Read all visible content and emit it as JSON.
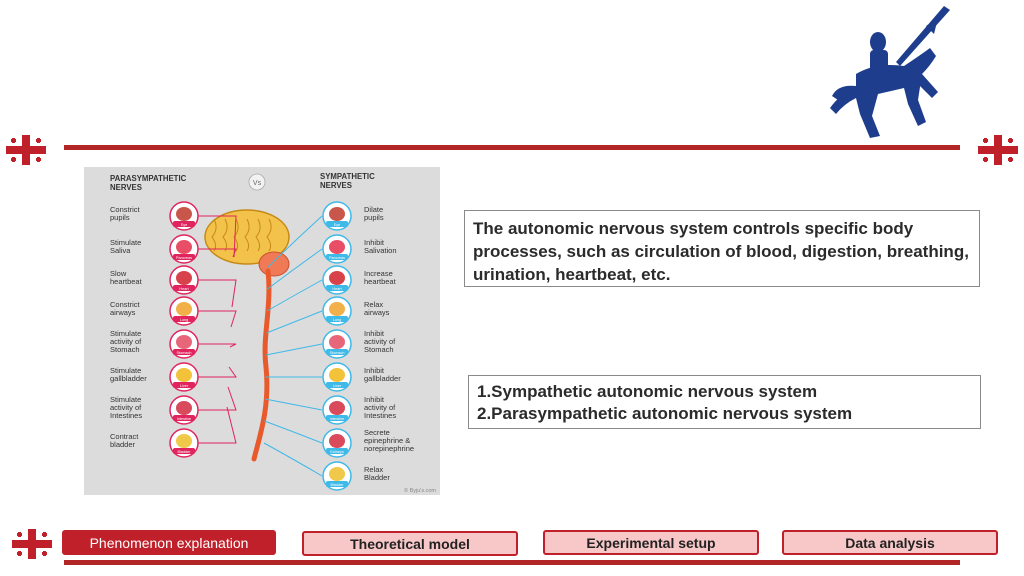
{
  "diagram": {
    "para_title": [
      "PARASYMPATHETIC",
      "NERVES"
    ],
    "symp_title": [
      "SYMPATHETIC",
      "NERVES"
    ],
    "vs": "Vs",
    "copyright": "© Byju's.com",
    "para_items": [
      {
        "label": [
          "Constrict",
          "pupils"
        ],
        "organ": "Eye"
      },
      {
        "label": [
          "Stimulate",
          "Saliva"
        ],
        "organ": "Pancreas"
      },
      {
        "label": [
          "Slow",
          "heartbeat"
        ],
        "organ": "Heart"
      },
      {
        "label": [
          "Constrict",
          "airways"
        ],
        "organ": "Lung"
      },
      {
        "label": [
          "Stimulate",
          "activity of",
          "Stomach"
        ],
        "organ": "Stomach"
      },
      {
        "label": [
          "Stimulate",
          "gallbladder"
        ],
        "organ": "Liver"
      },
      {
        "label": [
          "Stimulate",
          "activity of",
          "Intestines"
        ],
        "organ": "Intestine"
      },
      {
        "label": [
          "Contract",
          "bladder"
        ],
        "organ": "Bladder"
      }
    ],
    "symp_items": [
      {
        "label": [
          "Dilate",
          "pupils"
        ],
        "organ": "Eye"
      },
      {
        "label": [
          "Inhibit",
          "Salivation"
        ],
        "organ": "Pancreas"
      },
      {
        "label": [
          "Increase",
          "heartbeat"
        ],
        "organ": "Heart"
      },
      {
        "label": [
          "Relax",
          "airways"
        ],
        "organ": "Lung"
      },
      {
        "label": [
          "Inhibit",
          "activity of",
          "Stomach"
        ],
        "organ": "Stomach"
      },
      {
        "label": [
          "Inhibit",
          "gallbladder"
        ],
        "organ": "Liver"
      },
      {
        "label": [
          "Inhibit",
          "activity of",
          "Intestines"
        ],
        "organ": "Intestine"
      },
      {
        "label": [
          "Secrete",
          "epinephrine &",
          "norepinephrine"
        ],
        "organ": "Kidneys"
      },
      {
        "label": [
          "Relax",
          "Bladder"
        ],
        "organ": "Bladder"
      }
    ]
  },
  "description": "The autonomic nervous system controls specific body processes, such as circulation of blood, digestion, breathing, urination, heartbeat, etc.",
  "types": [
    "1.Sympathetic autonomic nervous system",
    "2.Parasympathetic autonomic nervous system"
  ],
  "nav": {
    "tabs": [
      "Phenomenon explanation",
      "Theoretical model",
      "Experimental setup",
      "Data analysis"
    ],
    "active": 0
  },
  "colors": {
    "accent": "#c0202a",
    "tab_fill": "#f8c7c8",
    "rule": "#b32626",
    "knight": "#1e3d8c"
  }
}
